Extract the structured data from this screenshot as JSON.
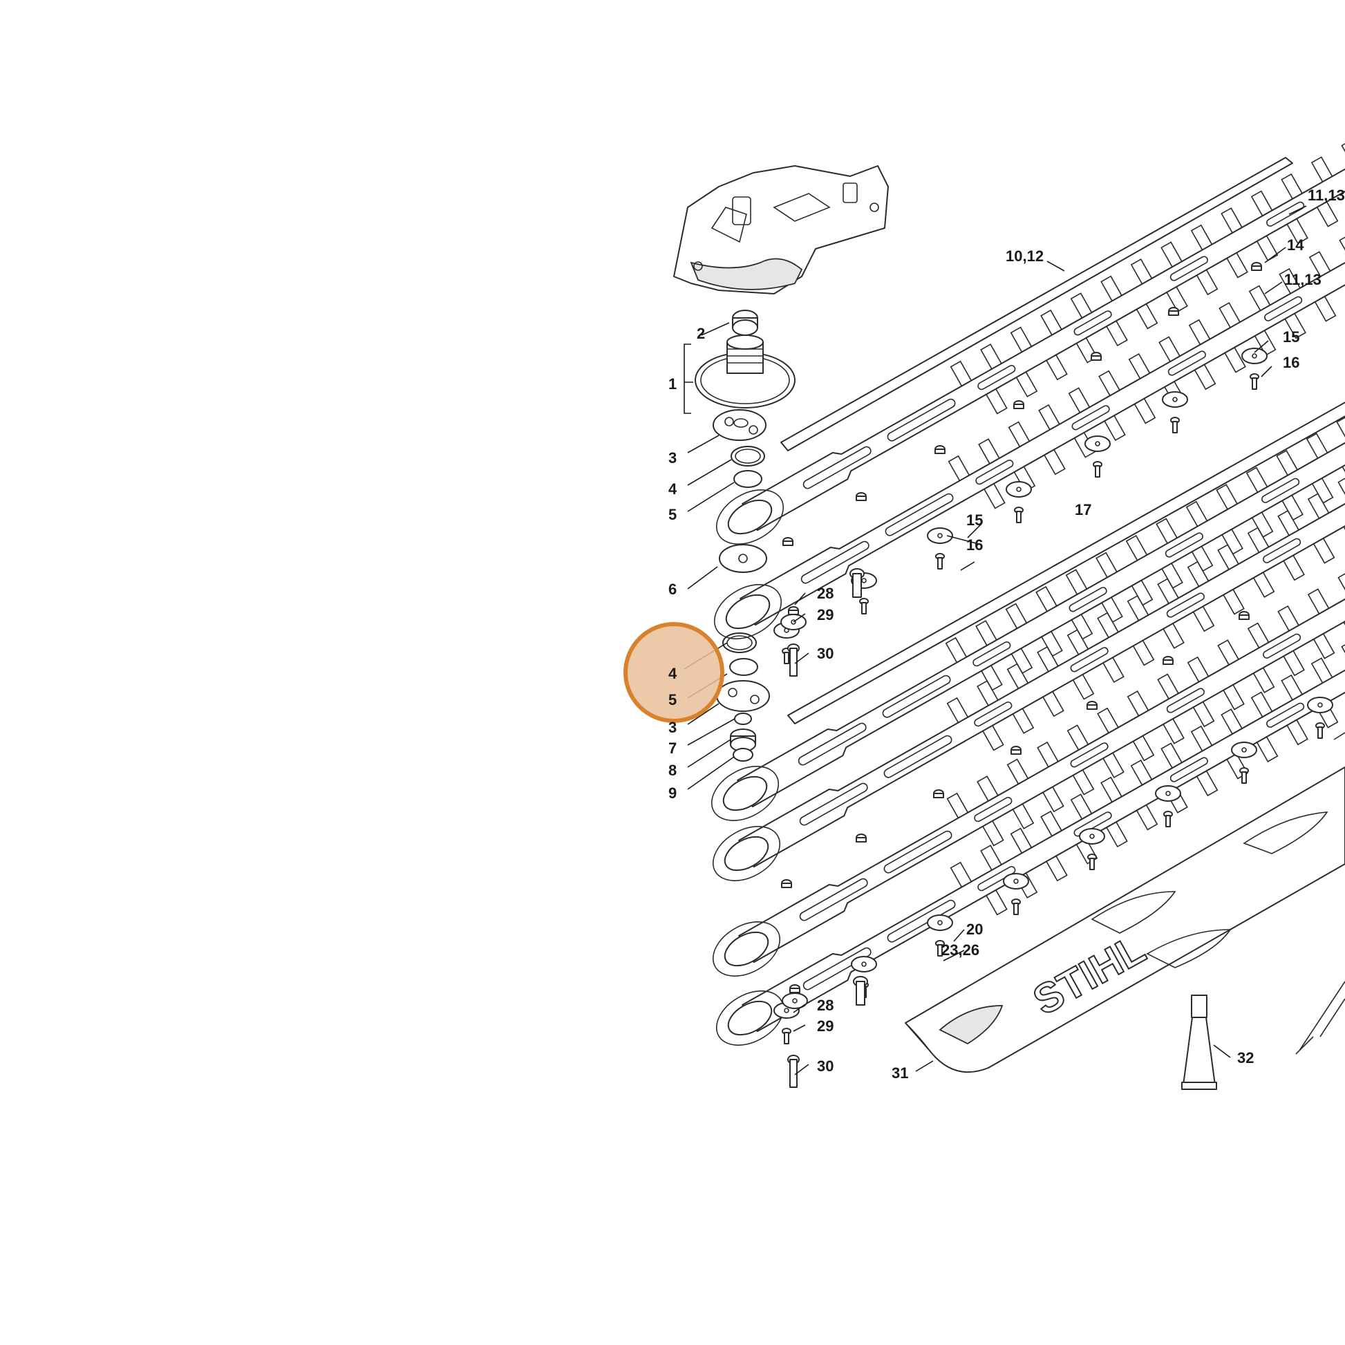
{
  "brand_text": "STIHL",
  "highlight": {
    "color": "#E8C09A",
    "stroke": "#D9822B"
  },
  "callouts": [
    {
      "id": "c-11-13-top",
      "text": "11,13"
    },
    {
      "id": "c-14",
      "text": "14"
    },
    {
      "id": "c-10-12",
      "text": "10,12"
    },
    {
      "id": "c-11-13-b",
      "text": "11,13"
    },
    {
      "id": "c-15-top",
      "text": "15"
    },
    {
      "id": "c-16-top",
      "text": "16"
    },
    {
      "id": "c-2",
      "text": "2"
    },
    {
      "id": "c-1",
      "text": "1"
    },
    {
      "id": "c-3-top",
      "text": "3"
    },
    {
      "id": "c-4-top",
      "text": "4"
    },
    {
      "id": "c-5-top",
      "text": "5"
    },
    {
      "id": "c-15-mid",
      "text": "15"
    },
    {
      "id": "c-16-mid",
      "text": "16"
    },
    {
      "id": "c-17",
      "text": "17"
    },
    {
      "id": "c-6",
      "text": "6"
    },
    {
      "id": "c-28-top",
      "text": "28"
    },
    {
      "id": "c-29-top",
      "text": "29"
    },
    {
      "id": "c-30-top",
      "text": "30"
    },
    {
      "id": "c-4-mid",
      "text": "4"
    },
    {
      "id": "c-5-mid",
      "text": "5"
    },
    {
      "id": "c-3-mid",
      "text": "3"
    },
    {
      "id": "c-7",
      "text": "7"
    },
    {
      "id": "c-8",
      "text": "8"
    },
    {
      "id": "c-9",
      "text": "9"
    },
    {
      "id": "c-20",
      "text": "20"
    },
    {
      "id": "c-23-26",
      "text": "23,26"
    },
    {
      "id": "c-28-bot",
      "text": "28"
    },
    {
      "id": "c-29-bot",
      "text": "29"
    },
    {
      "id": "c-30-bot",
      "text": "30"
    },
    {
      "id": "c-31",
      "text": "31"
    },
    {
      "id": "c-32",
      "text": "32"
    }
  ]
}
